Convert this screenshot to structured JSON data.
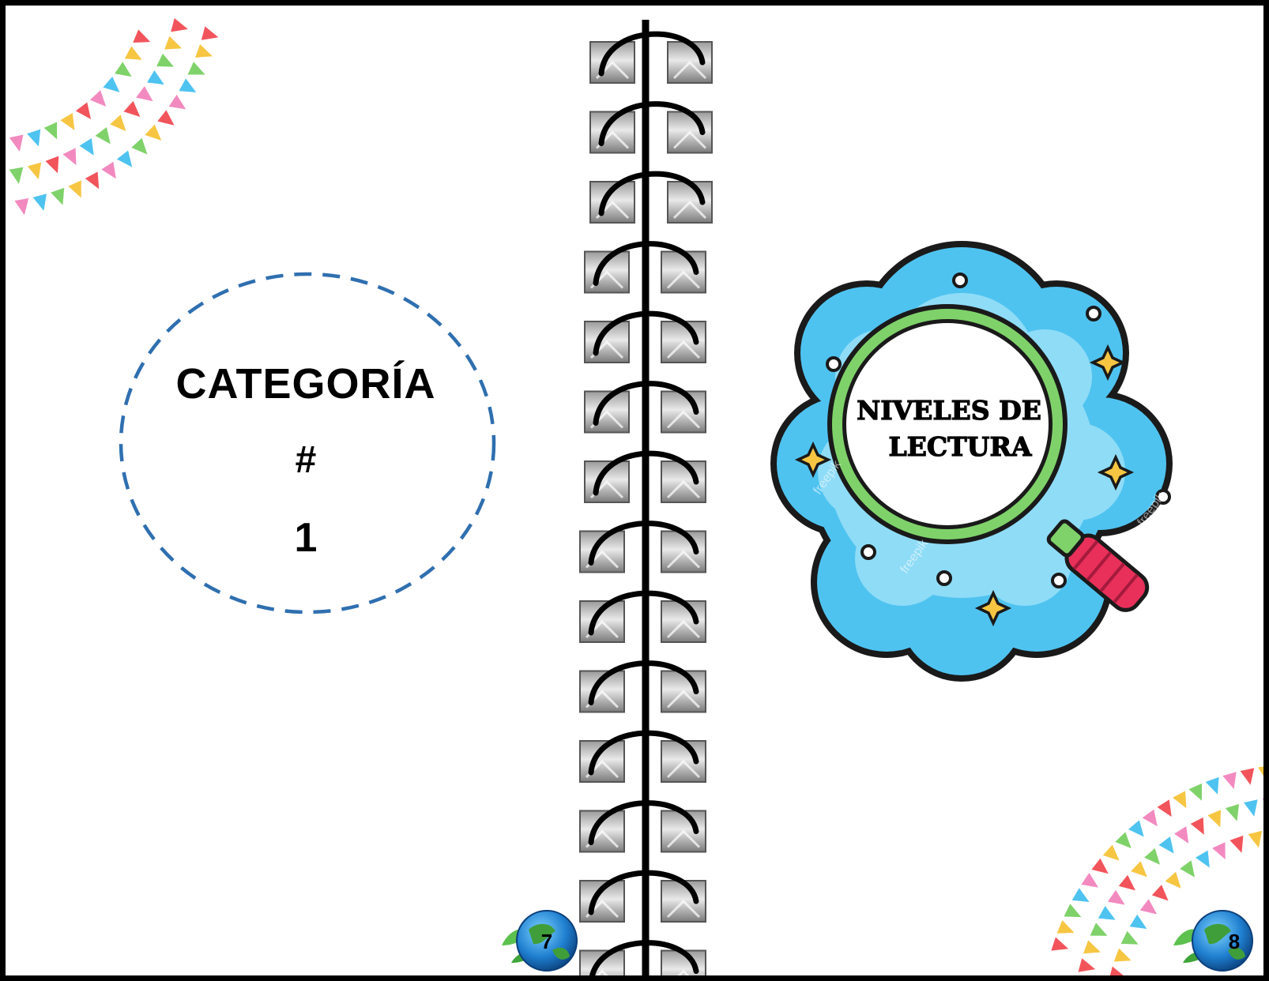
{
  "left_page": {
    "category_label": "CATEGORÍA",
    "hash_symbol": "#",
    "category_number": "1",
    "page_number": "7"
  },
  "right_page": {
    "title_line1": "NIVELES DE",
    "title_line2": "LECTURA",
    "watermark": "freepik",
    "page_number": "8"
  },
  "colors": {
    "dashed_circle": "#2f6fb0",
    "cloud_fill": "#4fc3f0",
    "cloud_inner": "#8fdcf7",
    "lens_ring": "#7fd26a",
    "handle": "#e8305a",
    "star": "#f6c643",
    "spine": "#000000",
    "pennants": [
      "#f2545b",
      "#f6c643",
      "#7fd26a",
      "#4fc3f0",
      "#f28ac0"
    ]
  },
  "icons": {
    "binding": "spiral-binding-icon",
    "globe": "globe-leaf-icon",
    "magnifier": "magnifying-glass-icon",
    "garland": "bunting-garland-icon"
  }
}
